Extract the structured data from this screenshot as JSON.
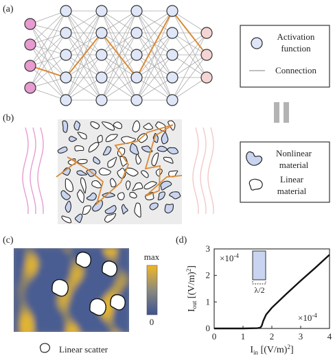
{
  "panels": {
    "a": {
      "label": "(a)"
    },
    "b": {
      "label": "(b)"
    },
    "c": {
      "label": "(c)"
    },
    "d": {
      "label": "(d)"
    }
  },
  "legend_a": {
    "activation": [
      "Activation",
      "function"
    ],
    "connection": "Connection"
  },
  "legend_b": {
    "nonlinear": [
      "Nonlinear",
      "material"
    ],
    "linear": [
      "Linear",
      "material"
    ]
  },
  "colorbar": {
    "max": "max",
    "min": "0"
  },
  "scatter_caption": "Linear scatter",
  "colors": {
    "input_node": "#e79bd0",
    "output_node": "#f6d4d4",
    "hidden_node": "#dfe6f8",
    "connection": "#aaaaaa",
    "path": "#d98a35",
    "nonlinear_material": "#c9d4f0",
    "linear_material": "#ffffff",
    "material_bg": "#ececec",
    "field_low": "#4a5d92",
    "field_high": "#e1b433",
    "input_wave": "#e79bd0",
    "output_wave": "#f1c9c6",
    "equals_sign": "#b3b3b3"
  },
  "chart_data": {
    "type": "line",
    "x": [
      0,
      0.5,
      1.0,
      1.5,
      1.6,
      1.65,
      1.7,
      1.8,
      2.0,
      2.5,
      3.0,
      3.5,
      4.0
    ],
    "series": [
      {
        "values": [
          0,
          0,
          0,
          0.01,
          0.03,
          0.1,
          0.28,
          0.52,
          0.78,
          1.3,
          1.8,
          2.28,
          2.78
        ]
      }
    ],
    "xlabel_main": "I",
    "xlabel_sub": "in",
    "xlabel_unit": " [(V/m)",
    "xlabel_exp": "2",
    "xlabel_close": "]",
    "ylabel_main": "I",
    "ylabel_sub": "out",
    "ylabel_unit": " [(V/m)",
    "ylabel_exp": "2",
    "ylabel_close": "]",
    "xlim": [
      0,
      4
    ],
    "ylim": [
      0,
      3
    ],
    "xticks": [
      "0",
      "1",
      "2",
      "3",
      "4"
    ],
    "yticks": [
      "0",
      "1",
      "2",
      "3"
    ],
    "x_multiplier": "×10",
    "x_multiplier_exp": "-4",
    "y_multiplier": "×10",
    "y_multiplier_exp": "-4",
    "inset_label": "λ/2",
    "grid": false
  }
}
